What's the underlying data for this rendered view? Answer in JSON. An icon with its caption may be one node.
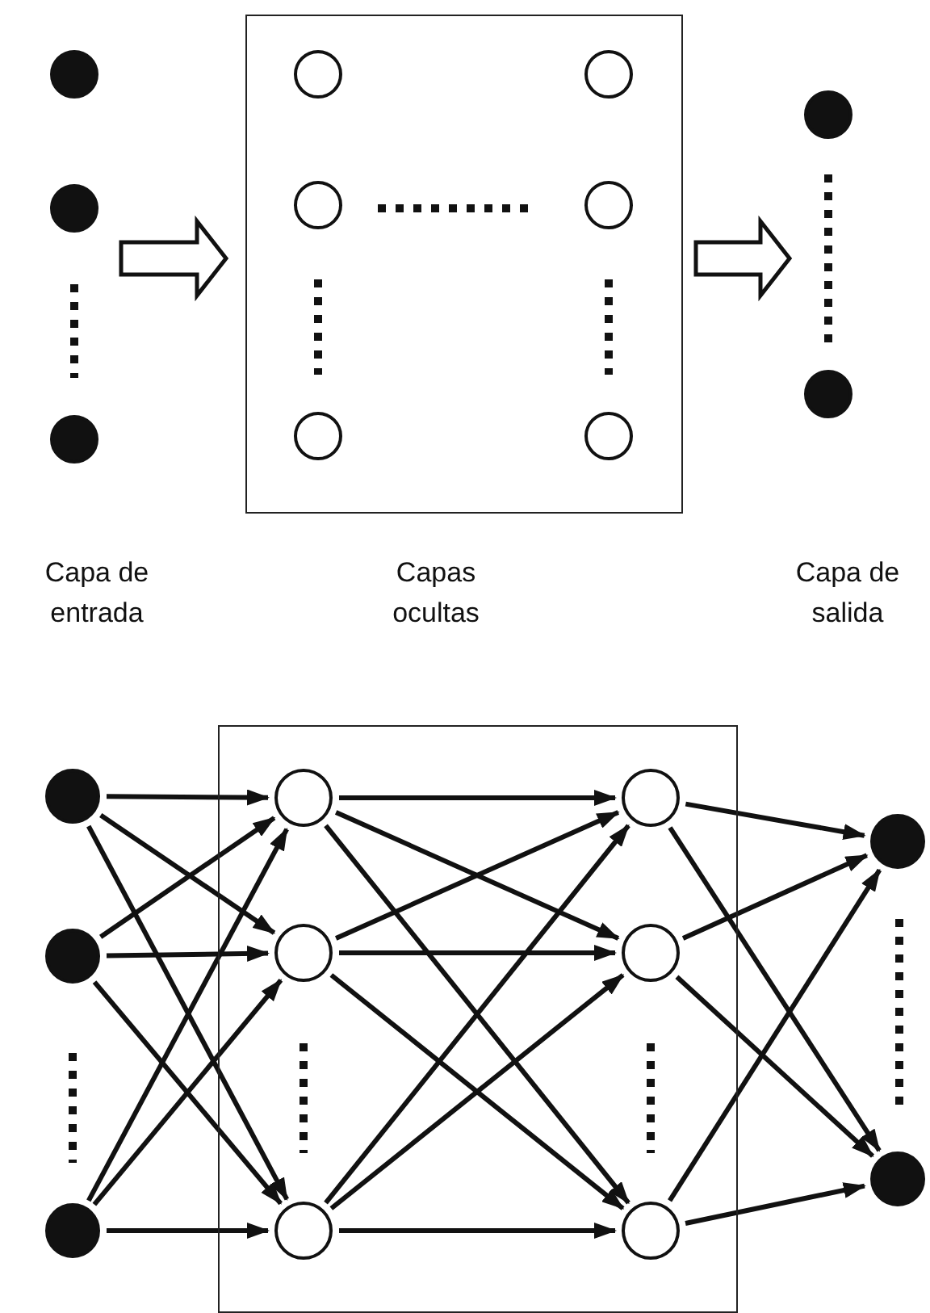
{
  "diagram": {
    "nodes": [
      {
        "text": [],
        "shape": "circle"
      },
      {
        "text": [],
        "shape": "circle"
      },
      {
        "text": [],
        "shape": "circle"
      },
      {
        "text": [],
        "shape": "box"
      },
      {
        "text": [],
        "shape": "circle",
        "in": 3
      },
      {
        "text": [],
        "shape": "circle",
        "in": 3
      },
      {
        "text": [],
        "shape": "circle",
        "in": 3
      },
      {
        "text": [],
        "shape": "circle",
        "in": 3
      },
      {
        "text": [],
        "shape": "circle",
        "in": 3
      },
      {
        "text": [],
        "shape": "circle",
        "in": 3
      },
      {
        "text": [],
        "shape": "circle"
      },
      {
        "text": [],
        "shape": "circle"
      },
      {
        "text": [],
        "shape": "circle"
      },
      {
        "text": [],
        "shape": "circle"
      },
      {
        "text": [],
        "shape": "circle"
      },
      {
        "text": [],
        "shape": "box"
      },
      {
        "text": [],
        "shape": "circle",
        "in": 15
      },
      {
        "text": [],
        "shape": "circle",
        "in": 15
      },
      {
        "text": [],
        "shape": "circle",
        "in": 15
      },
      {
        "text": [],
        "shape": "circle",
        "in": 15
      },
      {
        "text": [],
        "shape": "circle",
        "in": 15
      },
      {
        "text": [],
        "shape": "circle",
        "in": 15
      },
      {
        "text": [],
        "shape": "circle"
      },
      {
        "text": [],
        "shape": "circle"
      }
    ],
    "edges": [
      {
        "from": null,
        "to": 3,
        "arrow": "to"
      },
      {
        "from": 3,
        "to": null,
        "arrow": "to"
      },
      {
        "from": 12,
        "to": 16,
        "arrow": "to"
      },
      {
        "from": 12,
        "to": 17,
        "arrow": "to"
      },
      {
        "from": 12,
        "to": 18,
        "arrow": "to"
      },
      {
        "from": 13,
        "to": 16,
        "arrow": "to"
      },
      {
        "from": 13,
        "to": 17,
        "arrow": "to"
      },
      {
        "from": 13,
        "to": 18,
        "arrow": "to"
      },
      {
        "from": 14,
        "to": 16,
        "arrow": "to"
      },
      {
        "from": 14,
        "to": 17,
        "arrow": "to"
      },
      {
        "from": 14,
        "to": 18,
        "arrow": "to"
      },
      {
        "from": 16,
        "to": 19,
        "arrow": "to"
      },
      {
        "from": 16,
        "to": 20,
        "arrow": "to"
      },
      {
        "from": 16,
        "to": 21,
        "arrow": "to"
      },
      {
        "from": 17,
        "to": 19,
        "arrow": "to"
      },
      {
        "from": 17,
        "to": 20,
        "arrow": "to"
      },
      {
        "from": 17,
        "to": 21,
        "arrow": "to"
      },
      {
        "from": 18,
        "to": 19,
        "arrow": "to"
      },
      {
        "from": 18,
        "to": 20,
        "arrow": "to"
      },
      {
        "from": 18,
        "to": 21,
        "arrow": "to"
      },
      {
        "from": 19,
        "to": 22,
        "arrow": "to"
      },
      {
        "from": 19,
        "to": 23,
        "arrow": "to"
      },
      {
        "from": 20,
        "to": 22,
        "arrow": "to"
      },
      {
        "from": 20,
        "to": 23,
        "arrow": "to"
      },
      {
        "from": 21,
        "to": 22,
        "arrow": "to"
      },
      {
        "from": 21,
        "to": 23,
        "arrow": "to"
      }
    ],
    "labels": [
      "Capa de entrada",
      "Capas ocultas",
      "Capa de salida"
    ]
  }
}
